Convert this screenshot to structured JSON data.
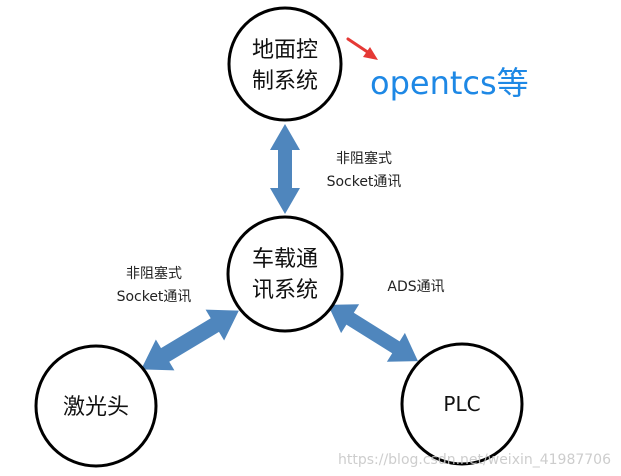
{
  "nodes": {
    "ground": {
      "line1": "地面控",
      "line2": "制系统"
    },
    "vehicle": {
      "line1": "车载通",
      "line2": "讯系统"
    },
    "laser": {
      "label": "激光头"
    },
    "plc": {
      "label": "PLC"
    }
  },
  "edges": {
    "ground_vehicle": {
      "line1": "非阻塞式",
      "line2": "Socket通讯"
    },
    "vehicle_laser": {
      "line1": "非阻塞式",
      "line2": "Socket通讯"
    },
    "vehicle_plc": {
      "label": "ADS通讯"
    }
  },
  "annotation": {
    "text": "opentcs等"
  },
  "watermark": {
    "text": "https://blog.csdn.net/weixin_41987706"
  },
  "colors": {
    "arrow": "#4f86bd",
    "annotation": "#1e88e5",
    "pointer": "#e53935",
    "node_stroke": "#000000"
  }
}
